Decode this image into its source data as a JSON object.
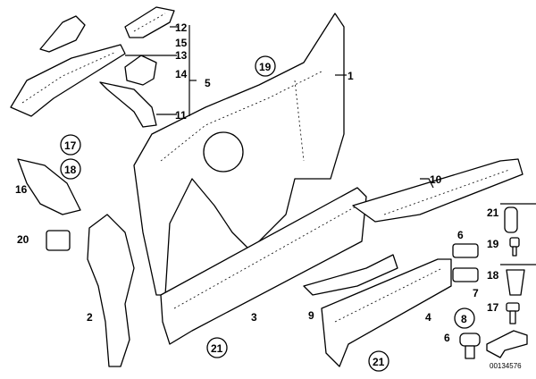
{
  "labels": {
    "p12": "12",
    "p15": "15",
    "p13": "13",
    "p14": "14",
    "p5": "5",
    "p11": "11",
    "p19c": "19",
    "p1": "1",
    "p17c": "17",
    "p18c": "18",
    "p16": "16",
    "p10": "10",
    "p21r": "21",
    "p19r": "19",
    "p18r": "18",
    "p17r": "17",
    "p20": "20",
    "p6a": "6",
    "p7": "7",
    "p2": "2",
    "p3": "3",
    "p9": "9",
    "p4": "4",
    "p8c": "8",
    "p6b": "6",
    "p21c1": "21",
    "p21c2": "21"
  },
  "diagram_id": "00134576"
}
